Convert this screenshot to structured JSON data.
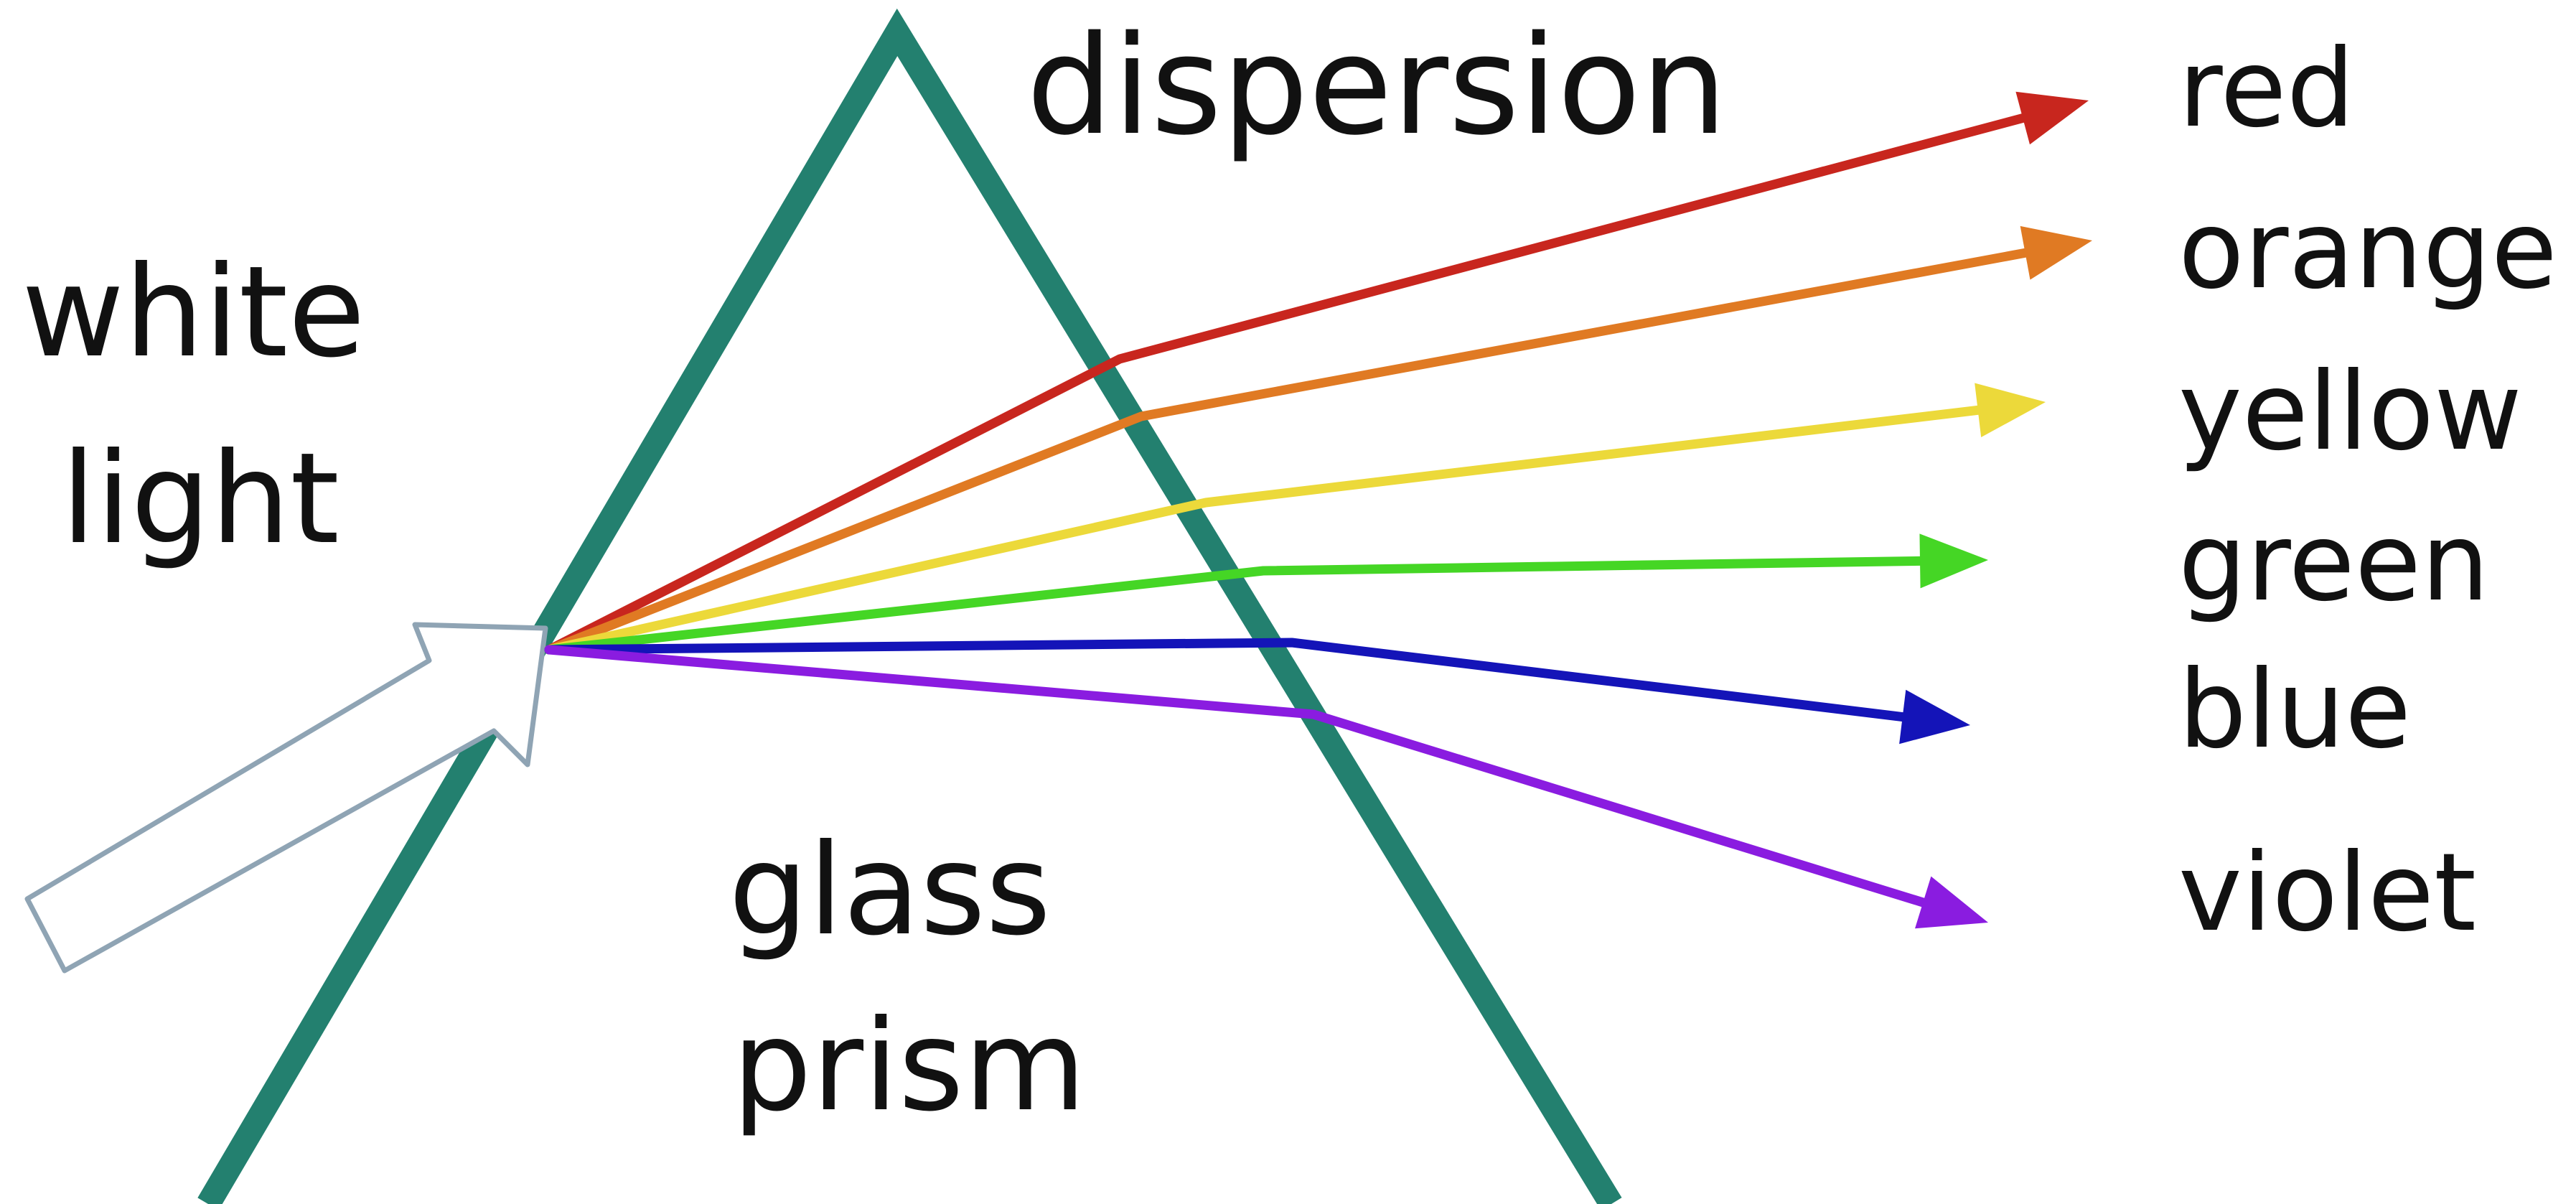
{
  "labels": {
    "dispersion": "dispersion",
    "white_line1": "white",
    "white_line2": "light",
    "glass_line1": "glass",
    "glass_line2": "prism"
  },
  "rays": [
    {
      "name": "red",
      "label": "red",
      "color": "#c8261e"
    },
    {
      "name": "orange",
      "label": "orange",
      "color": "#e07a23"
    },
    {
      "name": "yellow",
      "label": "yellow",
      "color": "#ecd93a"
    },
    {
      "name": "green",
      "label": "green",
      "color": "#45d625"
    },
    {
      "name": "blue",
      "label": "blue",
      "color": "#1414b8"
    },
    {
      "name": "violet",
      "label": "violet",
      "color": "#8a1ce0"
    }
  ],
  "colors": {
    "prism": "#23806f",
    "white_light_arrow_outline": "#8fa4b4",
    "text": "#111111"
  }
}
